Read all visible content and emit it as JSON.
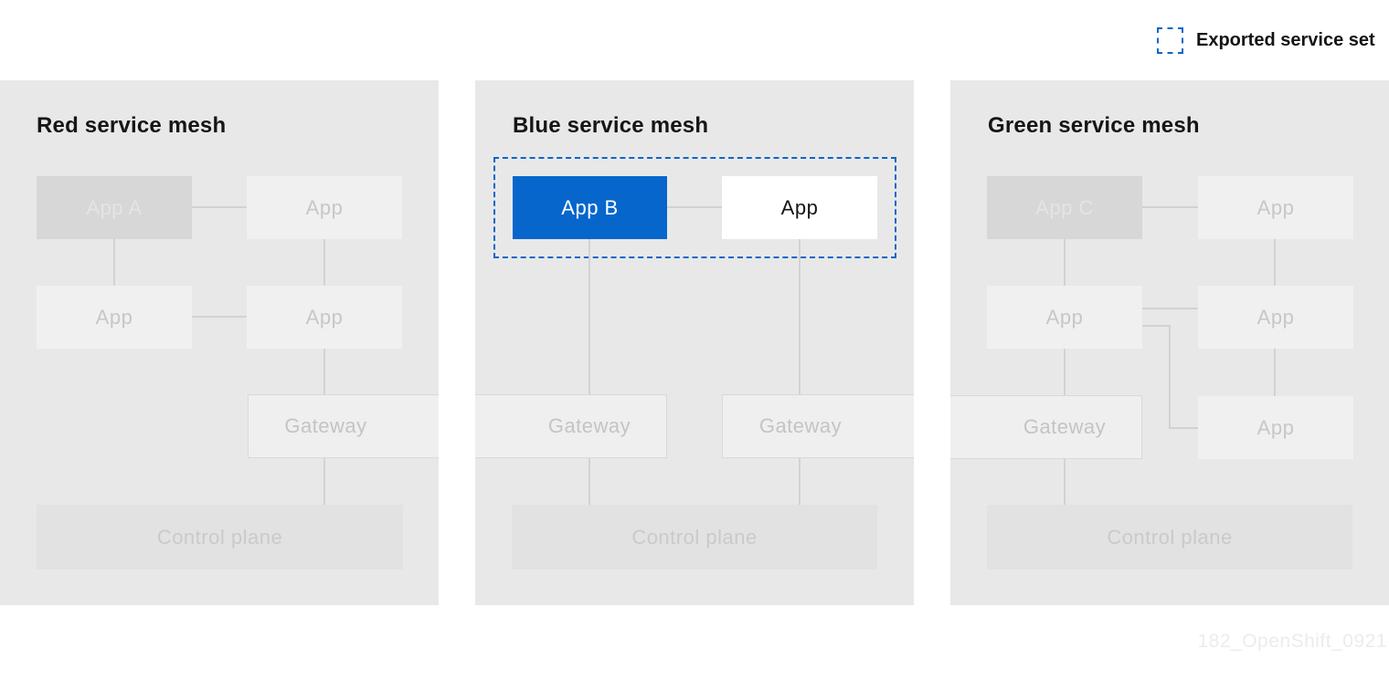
{
  "legend": {
    "label": "Exported service set"
  },
  "watermark": {
    "text": "182_OpenShift_0921"
  },
  "colors": {
    "accent_blue": "#0666cc",
    "exported_outline_blue": "#0a66cc",
    "panel_gray": "#e8e8e8"
  },
  "meshes": [
    {
      "title": "Red service mesh",
      "nodes": {
        "app_a": "App A",
        "app_top_right": "App",
        "app_mid_left": "App",
        "app_mid_right": "App",
        "gateway": "Gateway",
        "control_plane": "Control plane"
      }
    },
    {
      "title": "Blue service mesh",
      "exported_service_set": [
        "App B",
        "App"
      ],
      "nodes": {
        "app_b": "App B",
        "app_exported": "App",
        "gateway_left": "Gateway",
        "gateway_right": "Gateway",
        "control_plane": "Control plane"
      }
    },
    {
      "title": "Green service mesh",
      "nodes": {
        "app_c": "App C",
        "app_top_right": "App",
        "app_mid_left": "App",
        "app_mid_right": "App",
        "gateway": "Gateway",
        "app_bottom_right": "App",
        "control_plane": "Control plane"
      }
    }
  ]
}
